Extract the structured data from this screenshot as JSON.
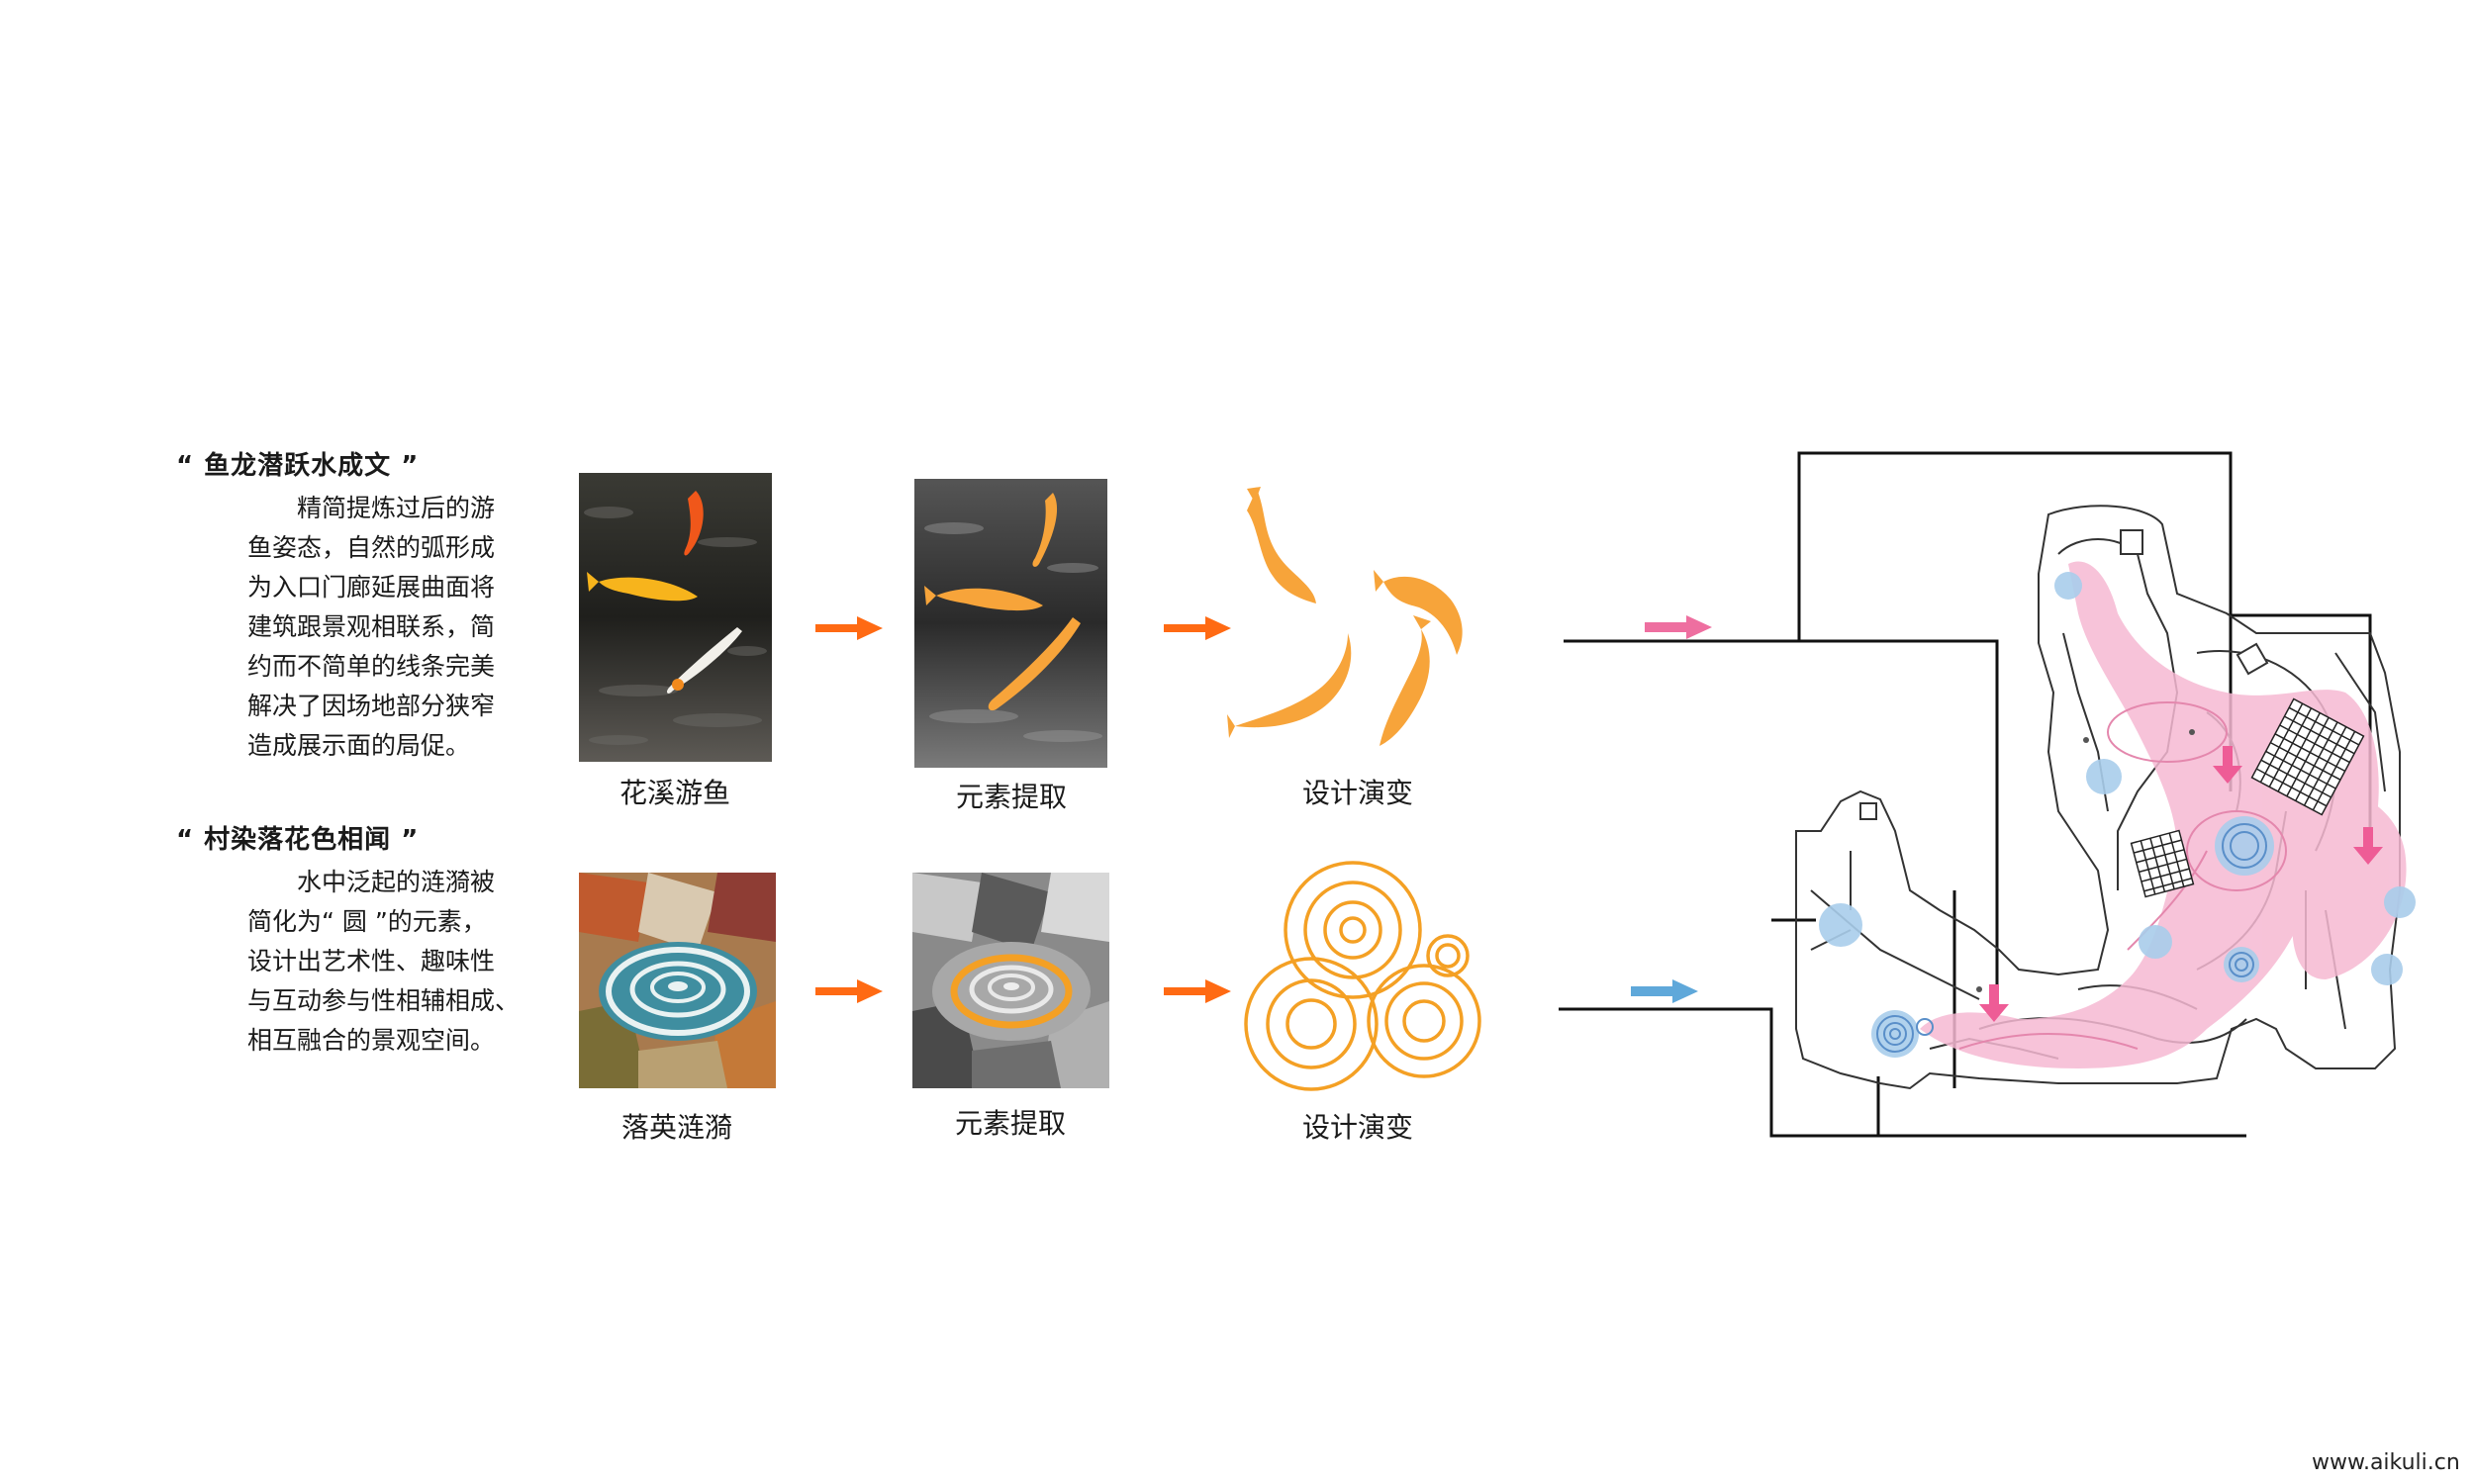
{
  "colors": {
    "orange": "#ff6a13",
    "fish_orange": "#f7a43a",
    "ring_orange": "#f4a024",
    "pink": "#ee5c96",
    "pink_zone": "#f6b9d2",
    "blue": "#5fa8da",
    "blue_zone": "#a9cdeb",
    "line": "#111111"
  },
  "sections": [
    {
      "title": "“ 鱼龙潜跃水成文 ”",
      "lines": "　　精简提炼过后的游\n鱼姿态，自然的弧形成\n为入口门廊延展曲面将\n建筑跟景观相联系，简\n约而不简单的线条完美\n解决了因场地部分狭窄\n造成展示面的局促。",
      "steps": [
        "花溪游鱼",
        "元素提取",
        "设计演变"
      ]
    },
    {
      "title": "“ 村染落花色相闻 ”",
      "lines": "　　水中泛起的涟漪被\n简化为“ 圆 ”的元素，\n设计出艺术性、趣味性\n与互动参与性相辅相成、\n相互融合的景观空间。",
      "steps": [
        "落英涟漪",
        "元素提取",
        "设计演变"
      ]
    }
  ],
  "watermark": "www.aikuli.cn"
}
